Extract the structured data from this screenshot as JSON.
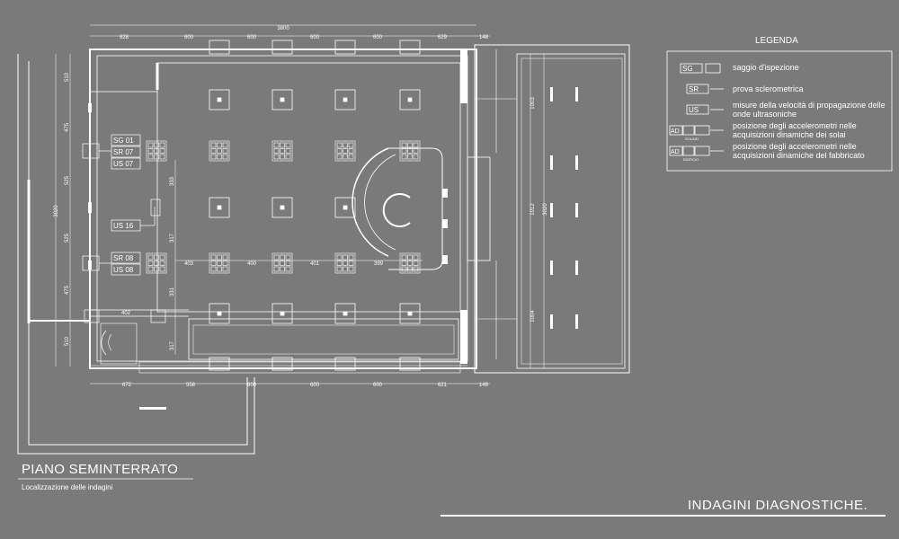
{
  "legend": {
    "title": "LEGENDA",
    "items": [
      {
        "code": "SG",
        "label": "saggio d'ispezione"
      },
      {
        "code": "SR",
        "label": "prova sclerometrica"
      },
      {
        "code": "US",
        "label": "misure della velocità di propagazione delle onde ultrasoniche"
      },
      {
        "code": "AD",
        "sub": "SOLAIO",
        "label": "posizione degli accelerometri nelle acquisizioni dinamiche dei solai"
      },
      {
        "code": "AD",
        "sub": "EDIFICIO",
        "label": "posizione degli accelerometri nelle acquisizioni dinamiche del fabbricato"
      }
    ]
  },
  "plan": {
    "title": "PIANO SEMINTERRATO",
    "subtitle": "Localizzazione delle indagini",
    "top_total": "3800",
    "top_dims": [
      "628",
      "600",
      "600",
      "600",
      "600",
      "629",
      "148"
    ],
    "bottom_dims": [
      "672",
      "558",
      "600",
      "600",
      "600",
      "621",
      "148"
    ],
    "left_dims": [
      "510",
      "475",
      "525",
      "525",
      "475",
      "510"
    ],
    "left_total": "3020",
    "right_dims": [
      "1003",
      "1012",
      "1004"
    ],
    "right_total": "3020",
    "inner_h_dims": [
      "403",
      "400",
      "401",
      "399",
      "402"
    ],
    "inner_v_dims": [
      "333",
      "317",
      "331",
      "317"
    ],
    "tags": [
      {
        "id": "sg01",
        "text": "SG 01"
      },
      {
        "id": "sr07",
        "text": "SR 07"
      },
      {
        "id": "us07",
        "text": "US 07"
      },
      {
        "id": "us16",
        "text": "US 16"
      },
      {
        "id": "sr08",
        "text": "SR 08"
      },
      {
        "id": "us08",
        "text": "US 08"
      }
    ]
  },
  "sheet_title": "INDAGINI DIAGNOSTICHE."
}
